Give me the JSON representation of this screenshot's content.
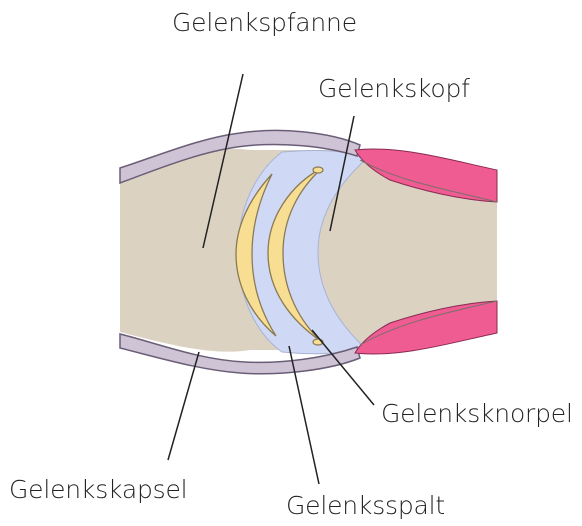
{
  "labels": {
    "gelenkspfanne": "Gelenkspfanne",
    "gelenkskopf": "Gelenkskopf",
    "gelenksknorpel": "Gelenksknorpel",
    "gelenkskapsel": "Gelenkskapsel",
    "gelenksspalt": "Gelenksspalt"
  },
  "colors": {
    "bone": "#dcd2c2",
    "capsule": "#cfc4d6",
    "capsule_outline": "#6a5e76",
    "synovial_space": "#cfd8f4",
    "cartilage": "#f7de92",
    "cartilage_outline": "#8a7a55",
    "muscle_tissue": "#ee5c92",
    "leader_line": "#222222"
  }
}
